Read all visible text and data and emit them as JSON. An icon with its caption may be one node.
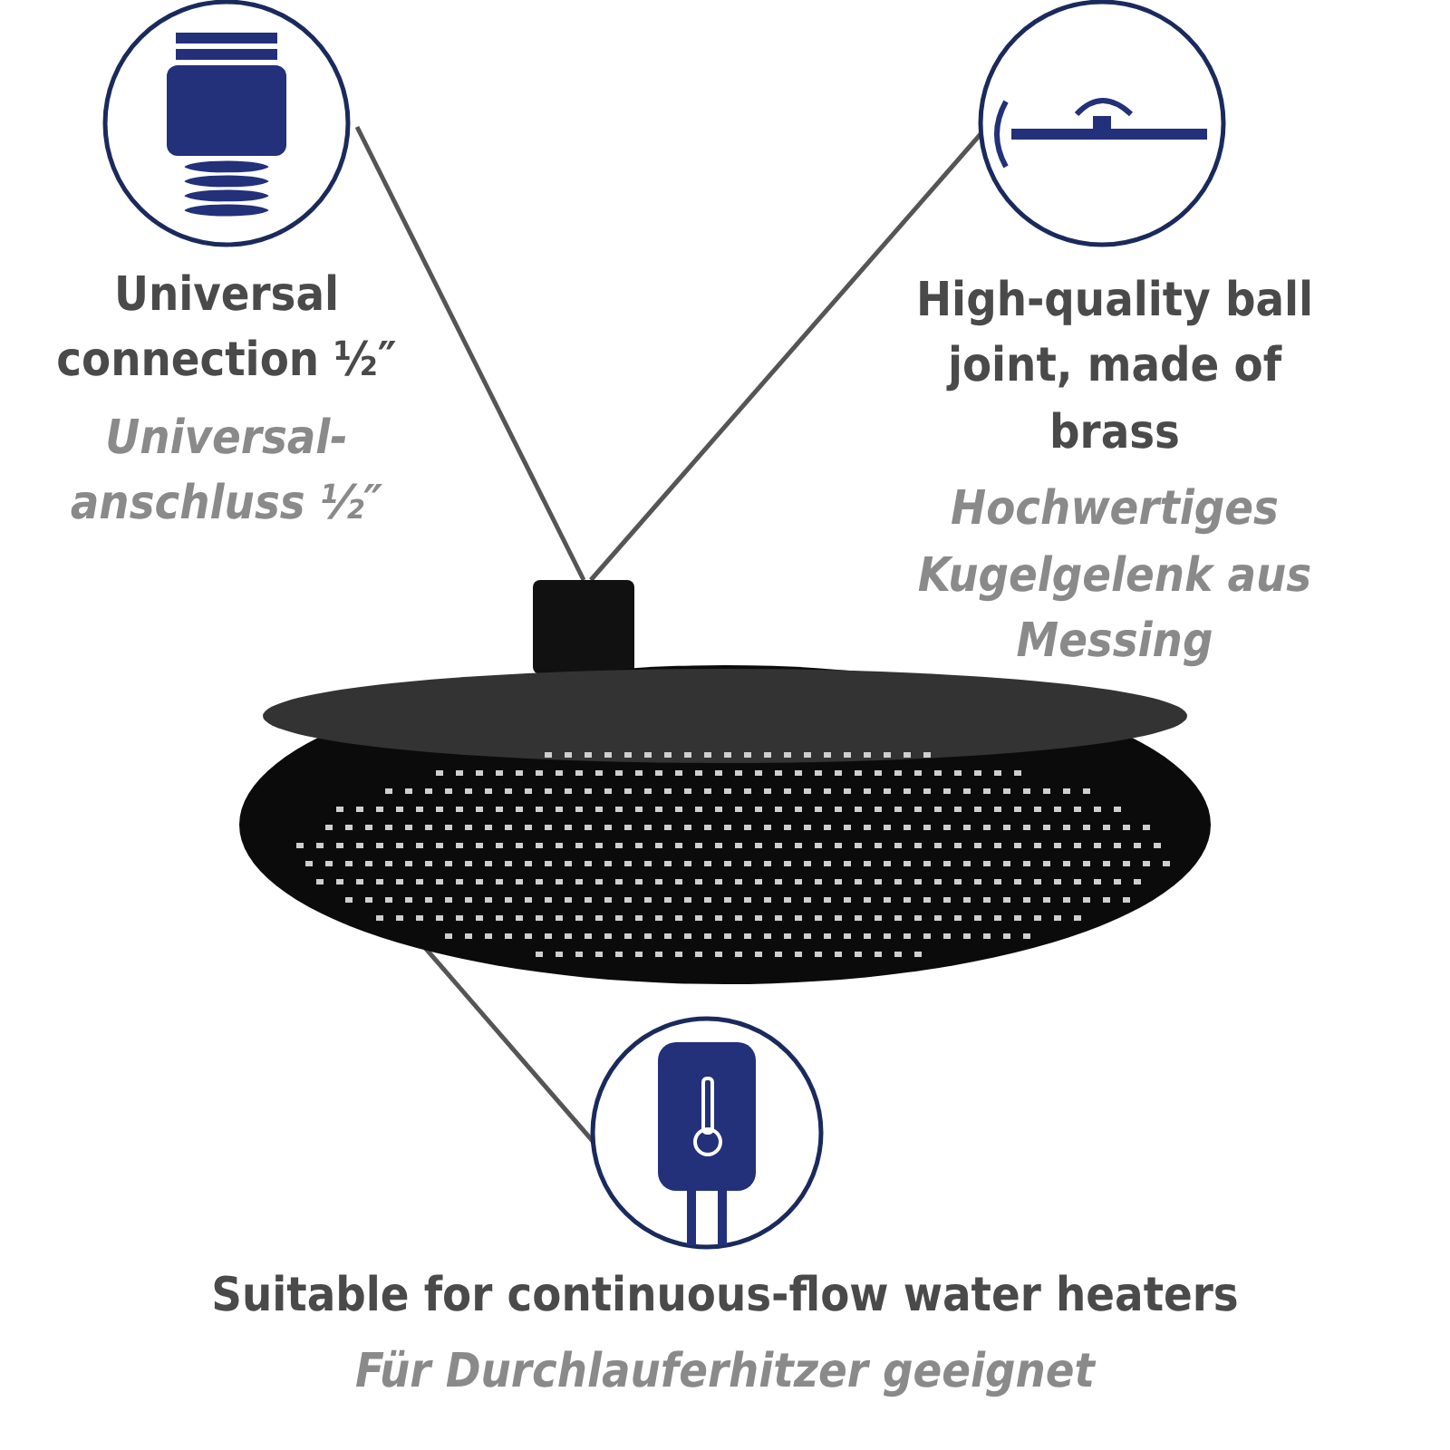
{
  "diagram": {
    "nodes": [
      {
        "text": [
          "Universal connection ½″",
          "Universal- anschluss ½″"
        ]
      },
      {
        "text": [
          "High-quality ball joint, made of brass",
          "Hochwertiges Kugelgelenk aus Messing"
        ]
      },
      {
        "text": [
          "Suitable for continuous-flow water heaters",
          "Für Durchlauferhitzer geeignet"
        ]
      },
      {
        "text": [],
        "shape": "picture"
      }
    ],
    "edges": [
      {
        "from": 0,
        "to": 3,
        "arrow": "none"
      },
      {
        "from": 1,
        "to": 3,
        "arrow": "none"
      },
      {
        "from": 2,
        "to": 3,
        "arrow": "none"
      }
    ]
  }
}
